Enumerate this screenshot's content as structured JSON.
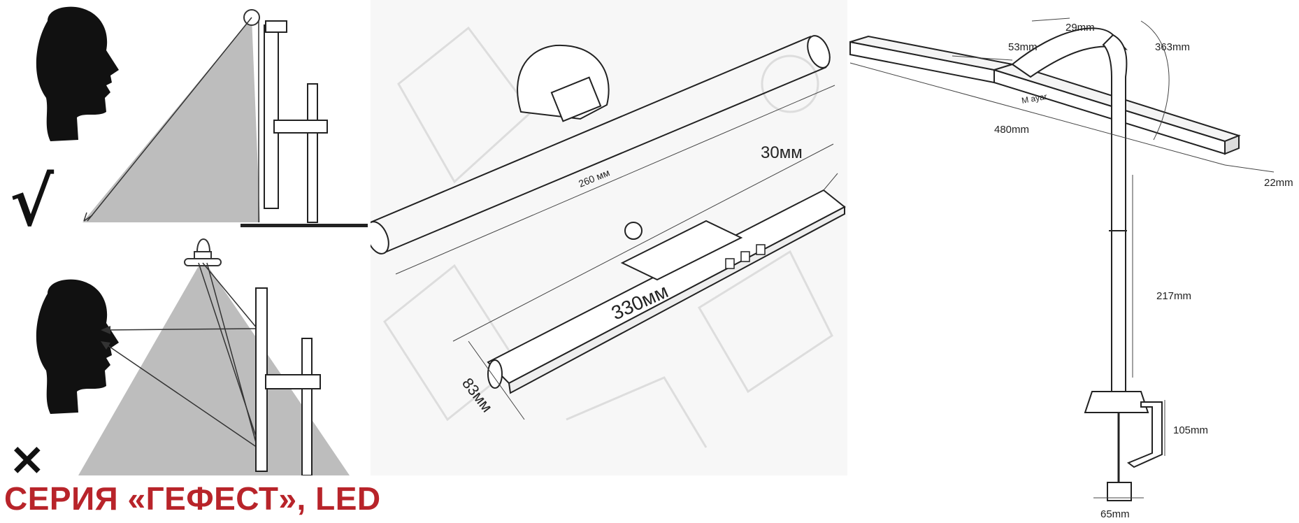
{
  "title": "СЕРИЯ «ГЕФЕСТ», LED",
  "panel_good": {
    "mark": "√"
  },
  "panel_bad": {
    "mark": "×"
  },
  "lamp_round": {
    "length_label": "260 мм"
  },
  "lamp_flat": {
    "length_label": "330мм",
    "depth_label": "30мм",
    "height_label": "83мм"
  },
  "lamp_tee": {
    "labels": {
      "d29": "29mm",
      "d53": "53mm",
      "d363": "363mm",
      "d480": "480mm",
      "d22": "22mm",
      "d217": "217mm",
      "d105": "105mm",
      "d65": "65mm"
    },
    "brand": "M ayar"
  },
  "colors": {
    "title": "#b8242a",
    "silhouette": "#111111",
    "light": "#bdbdbd"
  }
}
